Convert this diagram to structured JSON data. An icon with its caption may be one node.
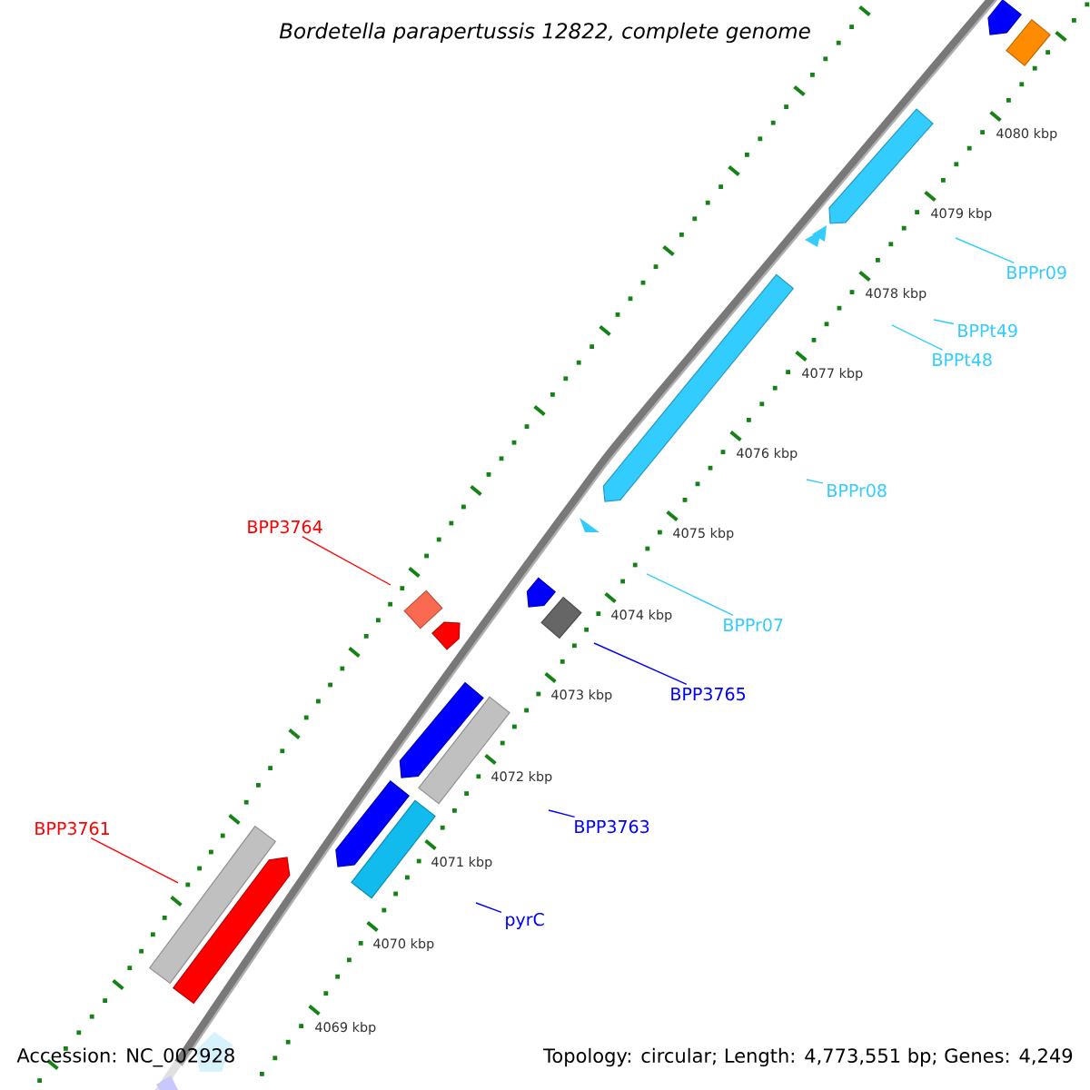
{
  "diagram": {
    "title": "Bordetella parapertussis 12822, complete genome",
    "nodes": [
      {
        "text": [
          "BPPr09"
        ]
      },
      {
        "text": [
          "BPPt49"
        ]
      },
      {
        "text": [
          "BPPt48"
        ]
      },
      {
        "text": [
          "BPPr08"
        ]
      },
      {
        "text": [
          "BPP3764"
        ]
      },
      {
        "text": [
          "BPPr07"
        ]
      },
      {
        "text": [
          "BPP3765"
        ]
      },
      {
        "text": [
          "BPP3763"
        ]
      },
      {
        "text": [
          "BPP3761"
        ]
      },
      {
        "text": [
          "pyrC"
        ]
      }
    ],
    "edges": [
      {
        "from": 0,
        "to": null,
        "arrow": "none"
      },
      {
        "from": 1,
        "to": null,
        "arrow": "none"
      },
      {
        "from": 2,
        "to": null,
        "arrow": "none"
      },
      {
        "from": 3,
        "to": null,
        "arrow": "none"
      },
      {
        "from": 4,
        "to": null,
        "arrow": "none",
        "color": "#ff0000"
      },
      {
        "from": 5,
        "to": null,
        "arrow": "none"
      },
      {
        "from": 6,
        "to": null,
        "arrow": "none",
        "color": "#0000ff"
      },
      {
        "from": 7,
        "to": null,
        "arrow": "none",
        "color": "#0000ff"
      },
      {
        "from": 8,
        "to": null,
        "arrow": "none",
        "color": "#ff0000"
      },
      {
        "from": 9,
        "to": null,
        "arrow": "none",
        "color": "#0000ff"
      }
    ],
    "labels": [
      "4080 kbp",
      "4079 kbp",
      "4078 kbp",
      "4077 kbp",
      "4076 kbp",
      "4075 kbp",
      "4074 kbp",
      "4073 kbp",
      "4072 kbp",
      "4071 kbp",
      "4070 kbp",
      "4069 kbp",
      "Accession: NC_002928",
      "Topology: circular; Length: 4,773,551 bp; Genes: 4,249"
    ]
  }
}
